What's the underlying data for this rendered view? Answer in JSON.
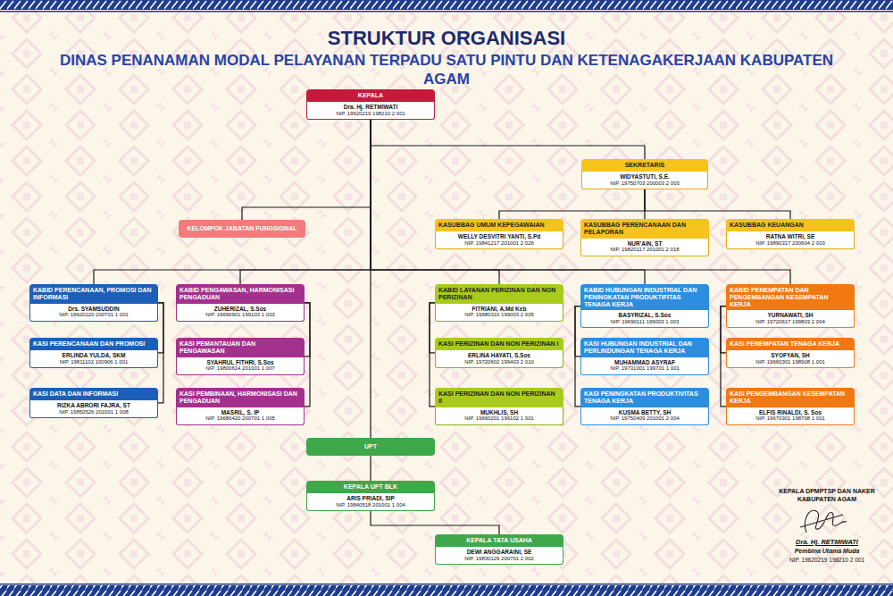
{
  "diagram": {
    "title": "STRUKTUR ORGANISASI",
    "nodes": [
      {
        "text": [
          "KEPALA",
          "Dra. Hj. RETMIWATI",
          "NIP. 19620219 198210 2 001"
        ]
      },
      {
        "text": [
          "SEKRETARIS",
          "WIDYASTUTI, S.E.",
          "NIP. 19750703 200003 2 003"
        ]
      },
      {
        "text": [
          "KELOMPOK JABATAN FUNGSIONAL"
        ]
      },
      {
        "text": [
          "KASUBBAG UMUM KEPEGAWAIAN",
          "WELLY DESVITRI YANTI, S.Pd",
          "NIP. 19841217 201001 2 026"
        ]
      },
      {
        "text": [
          "KASUBBAG PERENCANAAN DAN PELAPORAN",
          "NUR'AIN, ST",
          "NIP. 19820117 201001 2 018"
        ]
      },
      {
        "text": [
          "KASUBBAG KEUANGAN",
          "RATNA WITRI, SE",
          "NIP. 19890317 200604 2 003"
        ]
      },
      {
        "text": [
          "KABID PERENCANAAN, PROMOSI DAN INFORMASI",
          "Drs. SYAMSUDDIN",
          "NIP. 19620220 200701 1 001"
        ]
      },
      {
        "text": [
          "KASI PERENCANAAN DAN PROMOSI",
          "ERLINDA YULDA, SKM",
          "NIP. 19811102 100906 1 001"
        ]
      },
      {
        "text": [
          "KASI DATA DAN INFORMASI",
          "RIZKA ABRORI FAJRA, ST",
          "NIP. 19850526 201001 1 008"
        ]
      },
      {
        "text": [
          "KABID PENGAWASAN, HARMONISASI PENGADUAN",
          "ZUHERIZAL, S.Sos",
          "NIP. 19690901 199103 1 003"
        ]
      },
      {
        "text": [
          "KASI PEMANTAUAN DAN PENGAWASAN",
          "SYAHRUL FITHRI, S.Sos",
          "NIP. 19800614 201001 1 007"
        ]
      },
      {
        "text": [
          "KASI PEMBINAAN, HARMONISASI DAN PENGADUAN",
          "MASRIL, S. IP",
          "NIP. 19680420 200701 1 005"
        ]
      },
      {
        "text": [
          "KABID LAYANAN PERIZINAN DAN NON PERIZINAN",
          "FITRIANI, A.Md Keb",
          "NIP. 19680310 199003 2 005"
        ]
      },
      {
        "text": [
          "KASI PERIZINAN DAN NON PERIZINAN I",
          "ERLINA HAYATI, S.Sos",
          "NIP. 19720602 199403 2 010"
        ]
      },
      {
        "text": [
          "KASI PERIZINAN DAN NON PERIZINAN II",
          "MUKHLIS, SH",
          "NIP. 19660201 199102 1 001"
        ]
      },
      {
        "text": [
          "KABID HUBUNGAN INDUSTRIAL DAN PENINGKATAN PRODUKTIFITAS TENAGA KERJA",
          "BASYRIZAL, S.Sos",
          "NIP. 19690111 199003 1 003"
        ]
      },
      {
        "text": [
          "KASI HUBUNGAN INDUSTRIAL DAN PERLINDUNGAN TENAGA KERJA",
          "MUHAMMAD ASYRAF",
          "NIP. 19731001 199701 1 001"
        ]
      },
      {
        "text": [
          "KASI PENINGKATAN PRODUKTIVITAS TENAGA KERJA",
          "KUSMA BETTY, SH",
          "NIP. 19750409 201001 2 004"
        ]
      },
      {
        "text": [
          "KABID PENEMPATAN DAN PENGEMBANGAN KESEMPATAN KERJA",
          "YURNAWATI, SH",
          "NIP. 19720617 199803 2 004"
        ]
      },
      {
        "text": [
          "KASI PENEMPATAN TENAGA KERJA",
          "SYOFYAN, SH",
          "NIP. 19660301 198908 1 001"
        ]
      },
      {
        "text": [
          "KASI PENGEMBANGAN KESEMPATAN KERJA",
          "ELFIS RINALDI, S. Sos",
          "NIP. 19670301 198708 1 001"
        ]
      },
      {
        "text": [
          "UPT"
        ]
      },
      {
        "text": [
          "KEPALA UPT BLK",
          "ARIS PRIADI, SIP",
          "NIP. 19840518 201001 1 004"
        ]
      },
      {
        "text": [
          "KEPALA TATA USAHA",
          "DEWI ANGGARAINI, SE",
          "NIP. 19830129 200701 2 002"
        ]
      }
    ],
    "edges": [
      {
        "from": 0,
        "to": 1,
        "arrow": "none"
      },
      {
        "from": 0,
        "to": 2,
        "arrow": "none"
      },
      {
        "from": 1,
        "to": 3,
        "arrow": "none"
      },
      {
        "from": 1,
        "to": 4,
        "arrow": "none"
      },
      {
        "from": 1,
        "to": 5,
        "arrow": "none"
      },
      {
        "from": 0,
        "to": 6,
        "arrow": "none"
      },
      {
        "from": 6,
        "to": 7,
        "arrow": "none"
      },
      {
        "from": 6,
        "to": 8,
        "arrow": "none"
      },
      {
        "from": 0,
        "to": 9,
        "arrow": "none"
      },
      {
        "from": 9,
        "to": 10,
        "arrow": "none"
      },
      {
        "from": 9,
        "to": 11,
        "arrow": "none"
      },
      {
        "from": 0,
        "to": 12,
        "arrow": "none"
      },
      {
        "from": 12,
        "to": 13,
        "arrow": "none"
      },
      {
        "from": 12,
        "to": 14,
        "arrow": "none"
      },
      {
        "from": 0,
        "to": 15,
        "arrow": "none"
      },
      {
        "from": 15,
        "to": 16,
        "arrow": "none"
      },
      {
        "from": 15,
        "to": 17,
        "arrow": "none"
      },
      {
        "from": 0,
        "to": 18,
        "arrow": "none"
      },
      {
        "from": 18,
        "to": 19,
        "arrow": "none"
      },
      {
        "from": 18,
        "to": 20,
        "arrow": "none"
      },
      {
        "from": 0,
        "to": 21,
        "arrow": "none"
      },
      {
        "from": 21,
        "to": 22,
        "arrow": "none"
      },
      {
        "from": 22,
        "to": 23,
        "arrow": "none"
      }
    ],
    "labels": [
      "DINAS PENANAMAN MODAL PELAYANAN TERPADU SATU PINTU DAN KETENAGAKERJAAN KABUPATEN AGAM",
      "KEPALA DPMPTSP DAN NAKER KABUPATEN AGAM",
      "Dra. Hj. RETMIWATI",
      "Pembina Utama Muda",
      "NIP. 19620219 198210 2 001"
    ]
  }
}
